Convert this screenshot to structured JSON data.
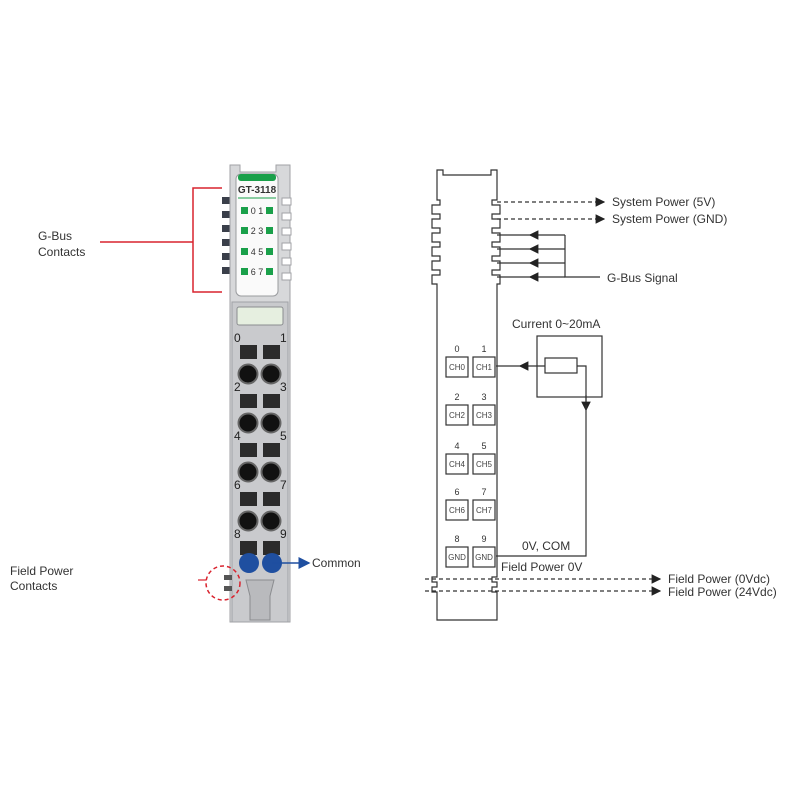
{
  "module": {
    "model": "GT-3118",
    "led_labels": [
      "0 1",
      "2 3",
      "4 5",
      "6 7"
    ],
    "terminal_numbers": [
      "0",
      "1",
      "2",
      "3",
      "4",
      "5",
      "6",
      "7",
      "8",
      "9"
    ],
    "gbus_label": [
      "G-Bus",
      "Contacts"
    ],
    "field_power_label": [
      "Field Power",
      "Contacts"
    ],
    "common_label": "Common"
  },
  "schematic": {
    "channel_numbers": [
      "0",
      "1",
      "2",
      "3",
      "4",
      "5",
      "6",
      "7",
      "8",
      "9"
    ],
    "channel_boxes": [
      "CH0",
      "CH1",
      "CH2",
      "CH3",
      "CH4",
      "CH5",
      "CH6",
      "CH7",
      "GND",
      "GND"
    ],
    "system_power_5v": "System Power (5V)",
    "system_power_gnd": "System Power (GND)",
    "gbus_signal": "G-Bus Signal",
    "current_label": "Current 0~20mA",
    "com_label": "0V, COM",
    "field_power_0v": "Field Power 0V",
    "field_power_0vdc": "Field Power (0Vdc)",
    "field_power_24vdc": "Field Power (24Vdc)"
  },
  "colors": {
    "led_green": "#1aa04a",
    "common_blue": "#1f4fa0",
    "bracket_red": "#d9232e"
  }
}
